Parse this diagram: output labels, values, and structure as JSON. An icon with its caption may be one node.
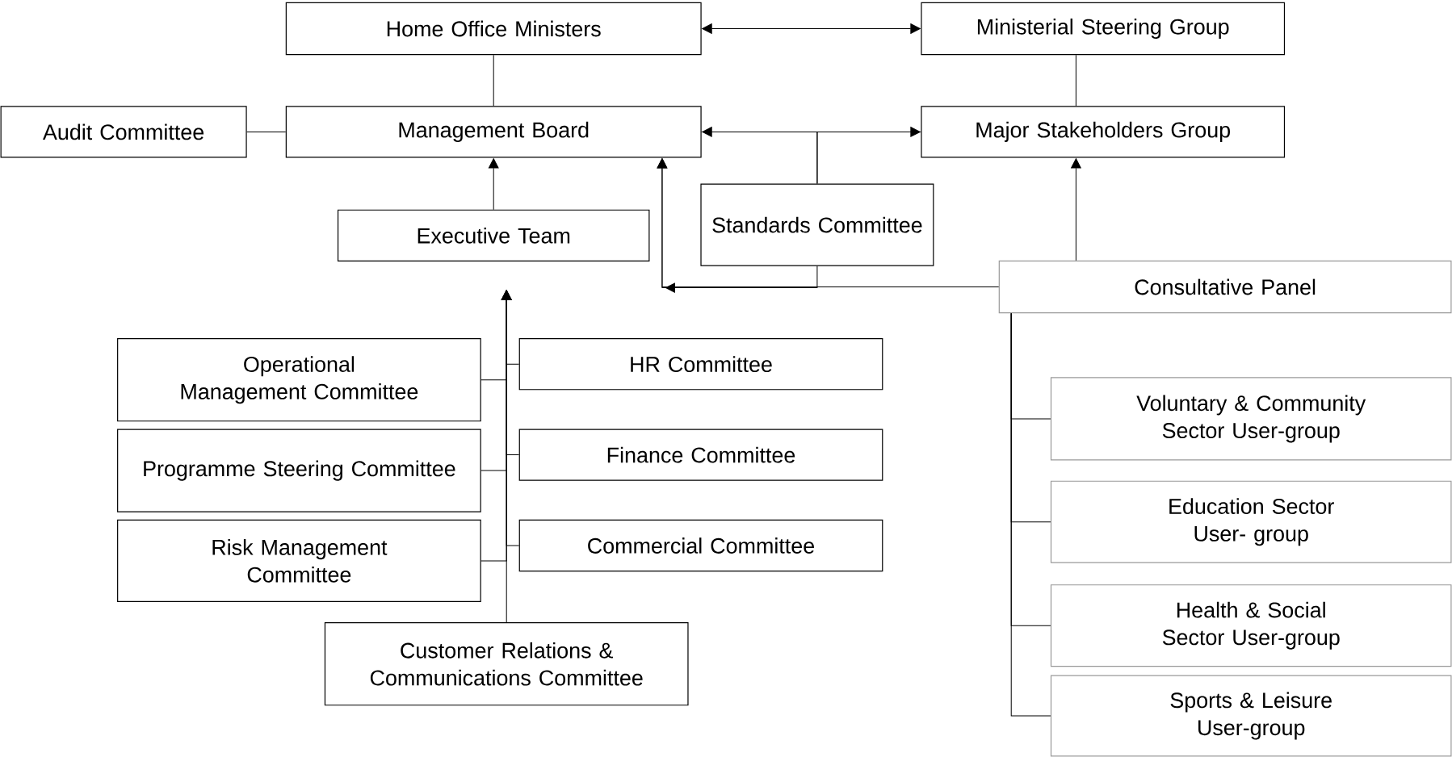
{
  "diagram": {
    "nodes": [
      {
        "text": [
          "Home Office Ministers"
        ]
      },
      {
        "text": [
          "Ministerial Steering Group"
        ]
      },
      {
        "text": [
          "Audit Committee"
        ]
      },
      {
        "text": [
          "Management Board"
        ]
      },
      {
        "text": [
          "Major Stakeholders Group"
        ]
      },
      {
        "text": [
          "Executive Team"
        ]
      },
      {
        "text": [
          "Standards Committee"
        ]
      },
      {
        "text": [
          "Consultative Panel"
        ]
      },
      {
        "text": [
          "Operational Management Committee"
        ]
      },
      {
        "text": [
          "HR Committee"
        ]
      },
      {
        "text": [
          "Programme Steering Committee"
        ]
      },
      {
        "text": [
          "Finance Committee"
        ]
      },
      {
        "text": [
          "Risk Management Committee"
        ]
      },
      {
        "text": [
          "Commercial Committee"
        ]
      },
      {
        "text": [
          "Customer Relations & Communications Committee"
        ]
      },
      {
        "text": [
          "Voluntary & Community Sector User-group"
        ]
      },
      {
        "text": [
          "Education Sector User- group"
        ]
      },
      {
        "text": [
          "Health & Social Sector User-group"
        ]
      },
      {
        "text": [
          "Sports & Leisure User-group"
        ]
      }
    ],
    "edges": [
      {
        "from": 0,
        "to": 3,
        "arrow": "none"
      },
      {
        "from": 0,
        "to": 1,
        "arrow": "both"
      },
      {
        "from": 1,
        "to": 4,
        "arrow": "none"
      },
      {
        "from": 2,
        "to": 3,
        "arrow": "none"
      },
      {
        "from": 3,
        "to": 4,
        "arrow": "both"
      },
      {
        "from": 6,
        "to": 3,
        "arrow": "none"
      },
      {
        "from": 6,
        "to": 4,
        "arrow": "none"
      },
      {
        "from": 5,
        "to": 3,
        "arrow": "to"
      },
      {
        "from": 7,
        "to": 3,
        "arrow": "to"
      },
      {
        "from": 6,
        "to": 3,
        "arrow": "to"
      },
      {
        "from": 7,
        "to": 4,
        "arrow": "to"
      },
      {
        "from": 8,
        "to": null,
        "arrow": "to"
      },
      {
        "from": 9,
        "to": null,
        "arrow": "to"
      },
      {
        "from": 10,
        "to": null,
        "arrow": "to"
      },
      {
        "from": 11,
        "to": null,
        "arrow": "to"
      },
      {
        "from": 12,
        "to": null,
        "arrow": "to"
      },
      {
        "from": 13,
        "to": null,
        "arrow": "to"
      },
      {
        "from": 14,
        "to": null,
        "arrow": "to"
      },
      {
        "from": 7,
        "to": 15,
        "arrow": "none"
      },
      {
        "from": 7,
        "to": 16,
        "arrow": "none"
      },
      {
        "from": 7,
        "to": 17,
        "arrow": "none"
      },
      {
        "from": 7,
        "to": 18,
        "arrow": "none"
      }
    ]
  }
}
